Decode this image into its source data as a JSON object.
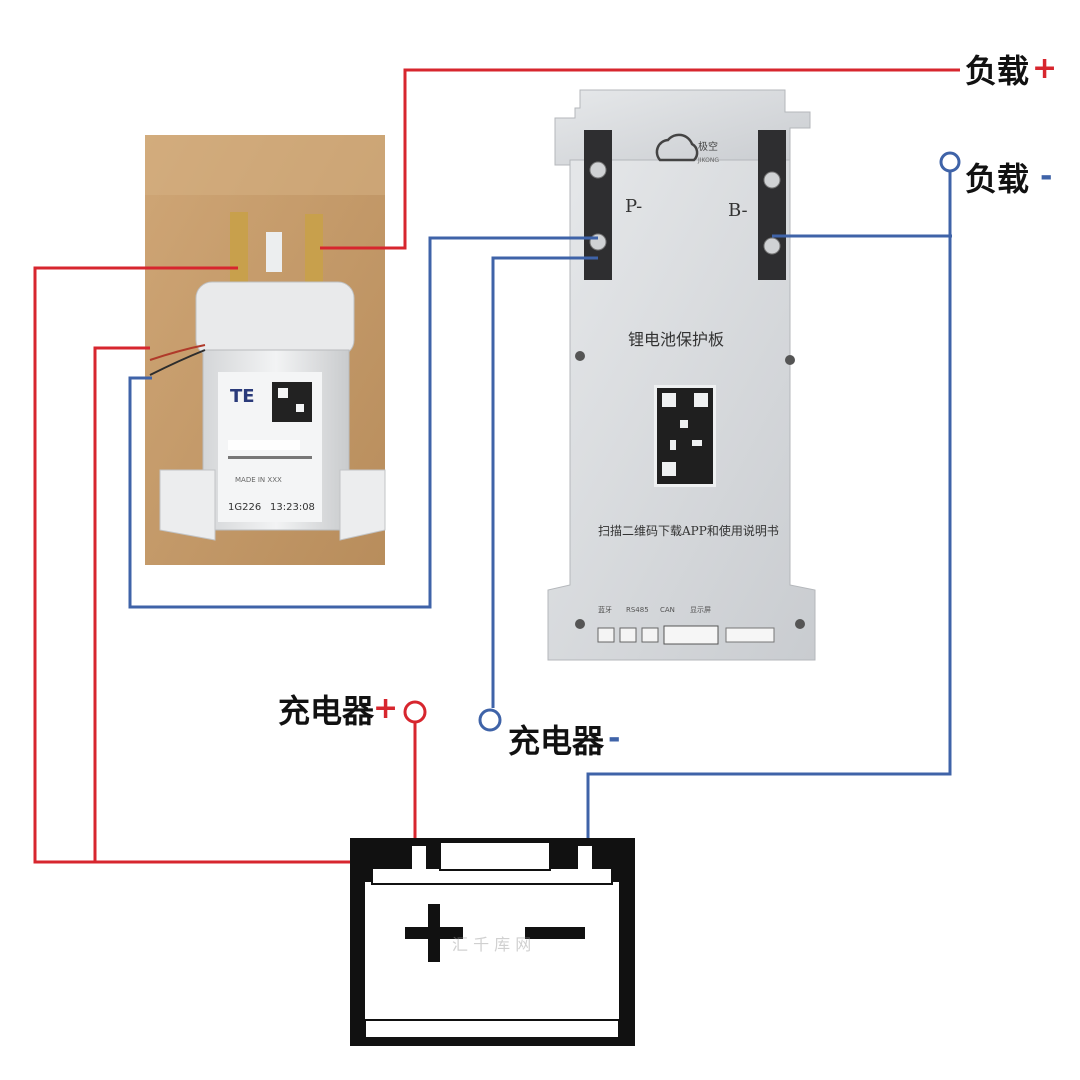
{
  "labels": {
    "load_positive": {
      "text": "负载",
      "sign": "+"
    },
    "load_negative": {
      "text": "负载",
      "sign": "-"
    },
    "charger_positive": {
      "text": "充电器",
      "sign": "+"
    },
    "charger_negative": {
      "text": "充电器",
      "sign": "-"
    }
  },
  "bms_board": {
    "brand": "极空",
    "brand_sub": "JIKONG",
    "terminal_p": "P-",
    "terminal_b": "B-",
    "title": "锂电池保护板",
    "instruction": "扫描二维码下载APP和使用说明书",
    "connector_labels": [
      "蓝牙",
      "RS485",
      "CAN",
      "显示屏"
    ]
  },
  "contactor": {
    "brand": "TE",
    "code": "1G226",
    "time": "13:23:08",
    "made_in": "MADE IN XXX"
  },
  "battery": {
    "plus": "+",
    "minus": "−",
    "watermark": "汇 千 库 网"
  },
  "colors": {
    "positive_wire": "#d7262e",
    "negative_wire": "#3f63a8",
    "battery_black": "#111111",
    "board_silver": "#d7d9dc",
    "contactor_bg": "#c39a6a"
  }
}
